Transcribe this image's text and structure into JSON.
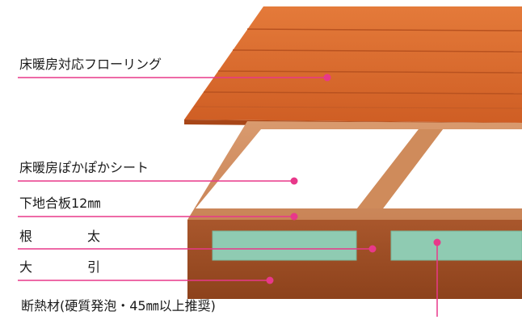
{
  "labels": {
    "flooring": "床暖房対応フローリング",
    "sheet": "床暖房ぽかぽかシート",
    "plywood": "下地合板12㎜",
    "joist_a": "根",
    "joist_b": "太",
    "beam_a": "大",
    "beam_b": "引",
    "insulation": "断熱材(硬質発泡・45㎜以上推奨)"
  },
  "colors": {
    "leader": "#e8388a",
    "dot": "#e8388a",
    "flooring": "#d9692a",
    "frame": "#cf8b5b",
    "beam": "#9a4a22",
    "insulation": "#8fcbb2",
    "sheet": "#ffffff"
  }
}
